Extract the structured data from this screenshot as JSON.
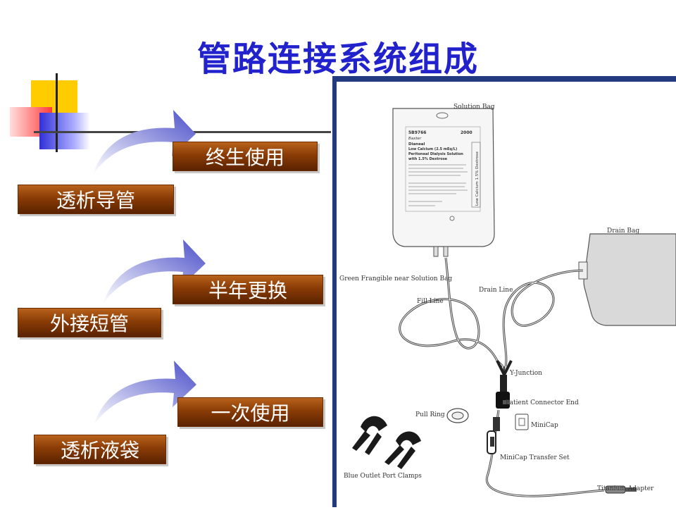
{
  "slide": {
    "title": "管路连接系统组成",
    "items": [
      {
        "component": "透析导管",
        "lifespan": "终生使用"
      },
      {
        "component": "外接短管",
        "lifespan": "半年更换"
      },
      {
        "component": "透析液袋",
        "lifespan": "一次使用"
      }
    ]
  },
  "figure": {
    "labels": {
      "solution_bag": "Solution Bag",
      "drain_bag": "Drain Bag",
      "green_frangible": "Green Frangible near Solution Bag",
      "fill_line": "Fill Line",
      "drain_line": "Drain Line",
      "y_junction": "Y-Junction",
      "patient_connector": "Patient Connector End",
      "pull_ring": "Pull Ring",
      "minicap": "MiniCap",
      "minicap_transfer": "MiniCap Transfer Set",
      "clamps": "Blue Outlet Port Clamps",
      "titanium": "Titanium Adapter"
    },
    "bag_print": {
      "code": "5B9766",
      "volume": "2000",
      "brand": "Baxter",
      "product": "Dianeal",
      "line1": "Low Calcium (2.5 mEq/L)",
      "line2": "Peritoneal Dialysis Solution",
      "line3": "with 1.5% Dextrose",
      "side": "Low Calcium 1.5% Dextrose"
    }
  },
  "colors": {
    "title": "#2222cc",
    "box_top": "#b8621c",
    "box_bottom": "#5a2200",
    "arrow": "#4b4fc8",
    "figure_border": "#223a80"
  }
}
